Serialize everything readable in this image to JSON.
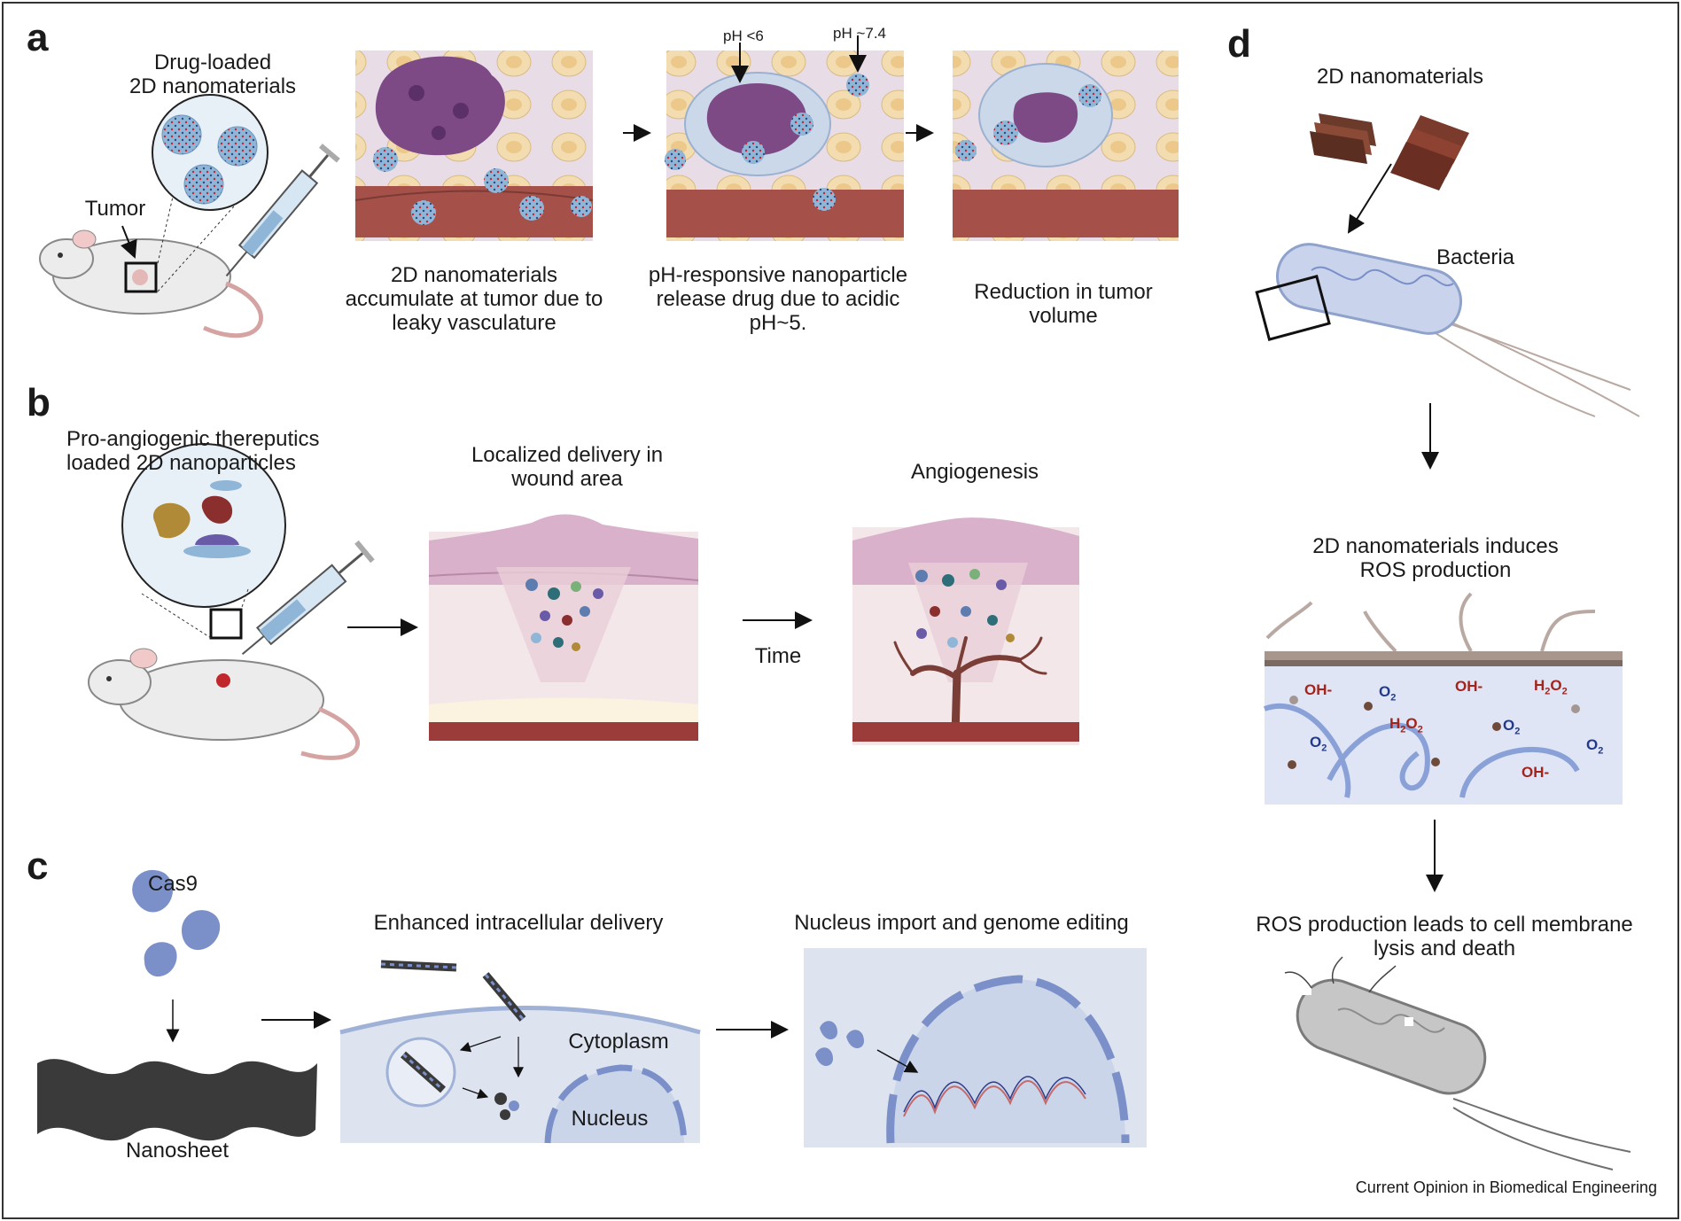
{
  "panels": {
    "a": "a",
    "b": "b",
    "c": "c",
    "d": "d"
  },
  "a": {
    "drug_loaded": "Drug-loaded\n2D nanomaterials",
    "tumor": "Tumor",
    "step1": "2D nanomaterials\naccumulate at tumor due to\nleaky vasculature",
    "step2": "pH-responsive nanoparticle\nrelease drug due to acidic\npH~5.",
    "step3": "Reduction in tumor\nvolume",
    "ph_low": "pH <6",
    "ph_high": "pH ~7.4"
  },
  "b": {
    "loaded": "Pro-angiogenic thereputics\nloaded 2D nanoparticles",
    "localized": "Localized delivery in\nwound area",
    "time": "Time",
    "angiogenesis": "Angiogenesis"
  },
  "c": {
    "cas9": "Cas9",
    "nanosheet": "Nanosheet",
    "enhanced": "Enhanced intracellular delivery",
    "cytoplasm": "Cytoplasm",
    "nucleus": "Nucleus",
    "nucleus_import": "Nucleus import and genome editing"
  },
  "d": {
    "nanomaterials": "2D nanomaterials",
    "bacteria": "Bacteria",
    "ros_induce": "2D nanomaterials induces\nROS production",
    "ros_lysis": "ROS production leads to cell membrane\nlysis and death",
    "oh1": "OH-",
    "o2a": "O",
    "oh2": "OH-",
    "h2o2a": "H",
    "h2o2b": "H",
    "o2b": "O",
    "o2c": "O",
    "o2d": "O",
    "oh3": "OH-"
  },
  "credit": "Current Opinion in Biomedical Engineering",
  "colors": {
    "vessel": "#a5514a",
    "cell_bg": "#e6d9e0",
    "particle": "#8fb6d6",
    "tumor": "#7d4a86",
    "membrane": "#c9d3ec",
    "skin_top": "#c99ab8",
    "dark_sheet": "#3a3a3a",
    "ros_red": "#a3241d",
    "o2_blue": "#233a8a"
  }
}
